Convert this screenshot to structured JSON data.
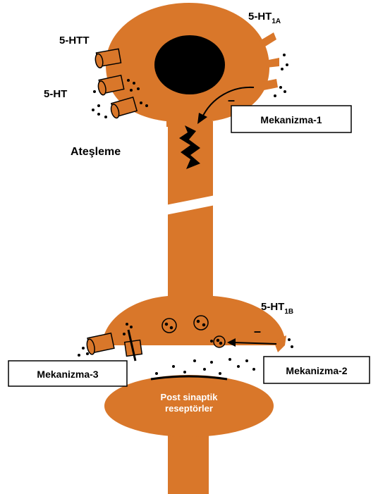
{
  "colors": {
    "neuron": "#d9772a",
    "neuron_dark": "#a8561a",
    "nucleus": "#000000",
    "background": "#ffffff"
  },
  "labels": {
    "ht1a_main": "5-HT",
    "ht1a_sub": "1A",
    "htt": "5-HTT",
    "ht": "5-HT",
    "atesleme": "Ateşleme",
    "ht1b_main": "5-HT",
    "ht1b_sub": "1B",
    "post_line1": "Post sinaptik",
    "post_line2": "reseptörler",
    "minus_top": "–",
    "minus_bottom": "–"
  },
  "mechanisms": {
    "m1": "Mekanizma-1",
    "m2": "Mekanizma-2",
    "m3": "Mekanizma-3"
  }
}
